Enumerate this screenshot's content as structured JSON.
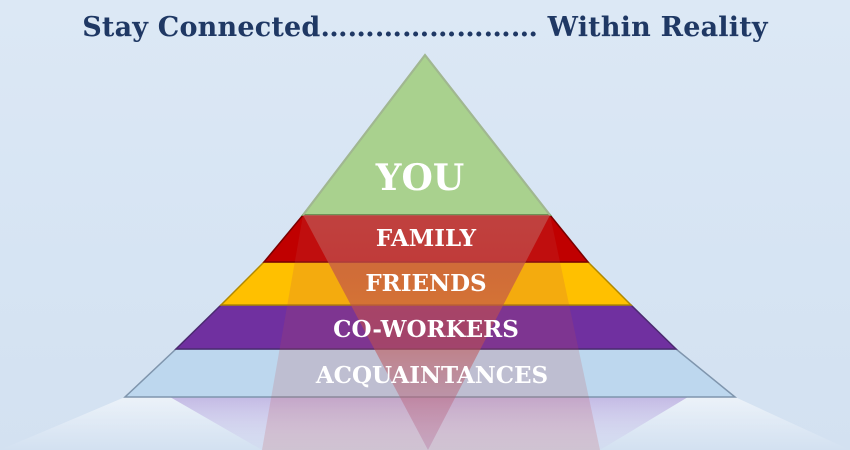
{
  "header": {
    "title": "Stay Connected…………………… Within Reality"
  },
  "pyramid": {
    "tiers": [
      {
        "label": "YOU",
        "color": "#a9d18e"
      },
      {
        "label": "FAMILY",
        "color": "#c00000"
      },
      {
        "label": "FRIENDS",
        "color": "#ffc000"
      },
      {
        "label": "CO-WORKERS",
        "color": "#7030a0"
      },
      {
        "label": "ACQUAINTANCES",
        "color": "#bdd7ee"
      }
    ],
    "overlay_color": "#c55a5a"
  }
}
